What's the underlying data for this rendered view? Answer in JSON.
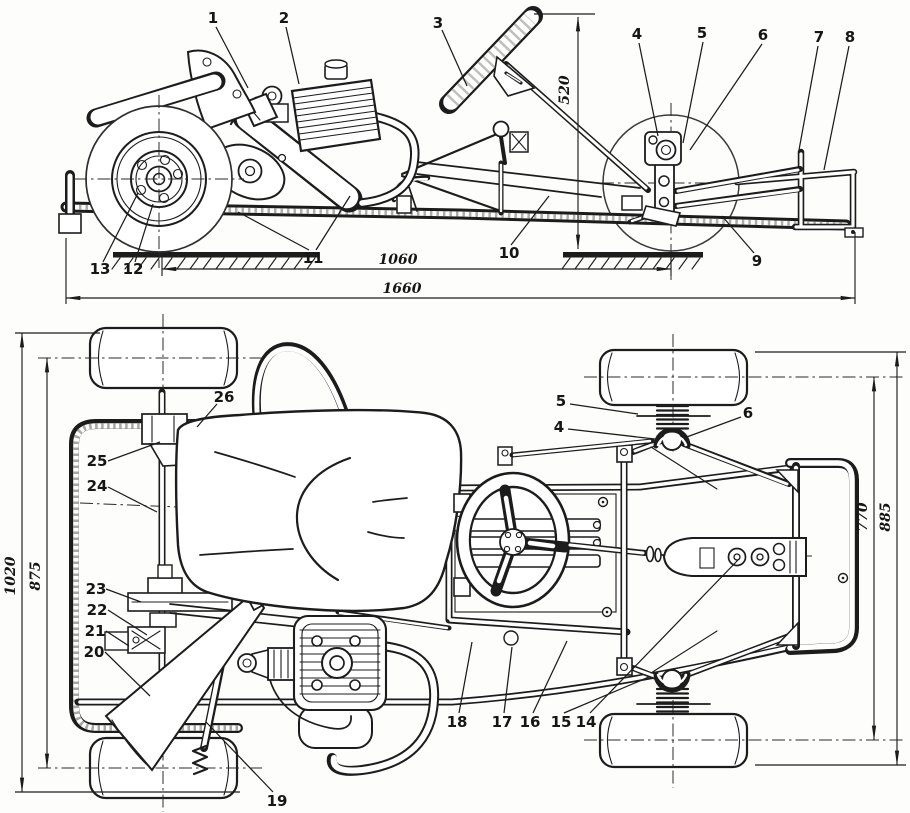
{
  "colors": {
    "ink": "#1c1c1c",
    "paper": "#fdfdfb"
  },
  "side_view": {
    "part_labels": [
      "1",
      "2",
      "3",
      "4",
      "5",
      "6",
      "7",
      "8",
      "9",
      "10",
      "11",
      "12",
      "13"
    ],
    "dimensions": {
      "steering_height": "520",
      "wheelbase": "1060",
      "overall_length": "1660"
    }
  },
  "top_view": {
    "part_labels_front": [
      "5",
      "4",
      "6"
    ],
    "part_labels_left": [
      "26",
      "25",
      "24",
      "23",
      "22",
      "21",
      "20"
    ],
    "part_labels_bottom": [
      "19",
      "18",
      "17",
      "16",
      "15",
      "14"
    ],
    "dimensions": {
      "overall_width": "1020",
      "rear_track": "875",
      "front_track": "770",
      "front_overall_width": "885"
    }
  }
}
